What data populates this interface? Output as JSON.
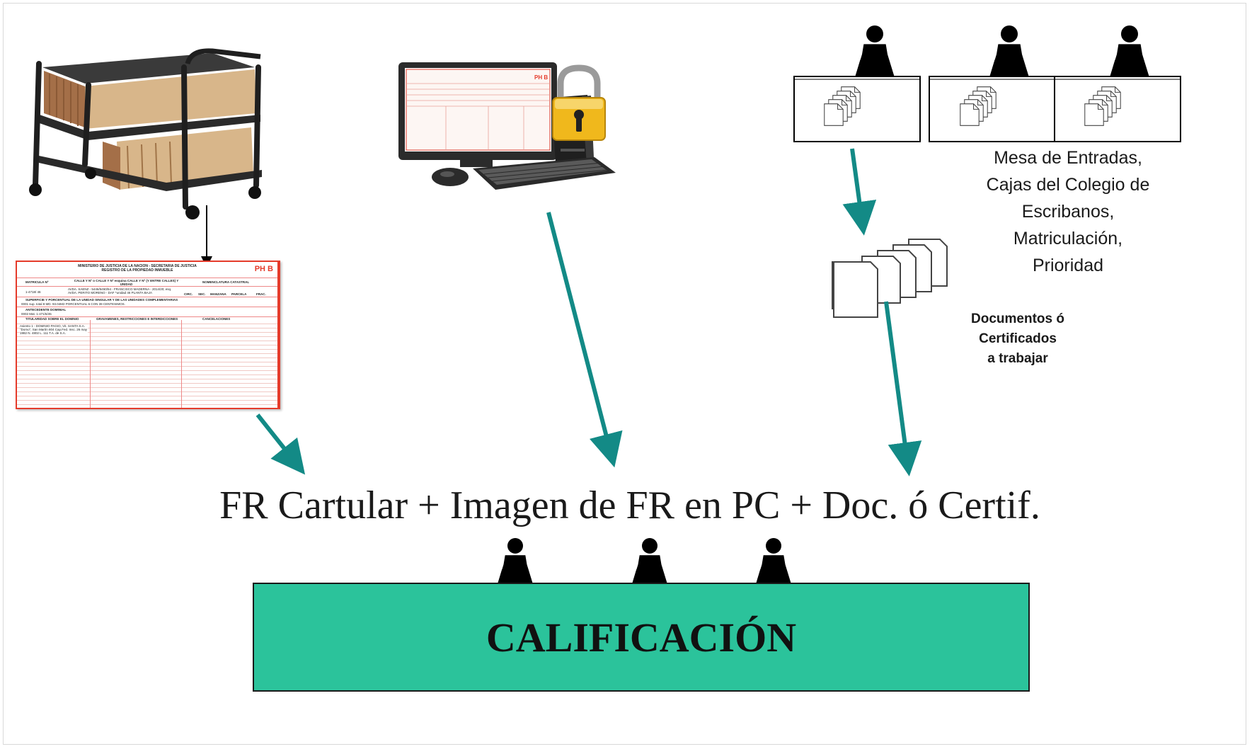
{
  "colors": {
    "arrow": "#138a86",
    "calificacion_box": "#2bc39b",
    "form_accent": "#e53b2b",
    "lock_gold": "#f0b81c"
  },
  "icons": {
    "cart": "file-cart-icon",
    "computer": "computer-icon",
    "lock": "padlock-icon",
    "person": "person-icon",
    "documents": "document-stack-icon"
  },
  "form": {
    "ministry_line1": "MINISTERIO DE JUSTICIA DE LA NACION - SECRETARIA DE JUSTICIA",
    "ministry_line2": "REGISTRO DE LA PROPIEDAD INMUEBLE",
    "type": "PH B",
    "matricula_label": "MATRICULA Nº",
    "matricula_value": "1-4718/ 46",
    "calle_label": "CALLE Y Nº o CALLE Y Nº esquina CALLE Y Nº (Y ENTRE CALLES) Y UNIDAD",
    "calle_value": "AVDA. SAENZ - 5446/5450/54 - FRANCISCO MADERNA - 2014/20; esq. AVDA. PERITO MORENO - DAF *unidad 46 PLANTA BAJA",
    "nomenclatura_label": "NOMENCLATURA CATASTRAL",
    "nomenclatura_cols": [
      "CIRC.",
      "SEC.",
      "MANZANA",
      "PARCELA",
      "FRAC."
    ],
    "superficie_label": "SUPERFICIE Y PORCENTUAL DE LA UNIDAD SINGULAR Y DE LAS UNIDADES COMPLEMENTARIAS",
    "superficie_value": "0001 sup. total 8 MD. 93.04M2 PORCENTUAL 6 CON 39 CENTESIMOS.",
    "antecedente_label": "ANTECEDENTE DOMINIAL",
    "antecedente_value": "0002 Mat. 1-471/6/45",
    "titularidad_label": "TITULARIDAD SOBRE EL DOMINIO",
    "titularidad_value": "Asiento 1 - DOMINIO PAGIO, Vit. SANTA S.A. \"Domo\", San Martín 804 Cap.Fed. Insc. 26 may 1982 N. 4802 L. 111 T.A. de S.A.",
    "gravamenes_label": "GRAVAMENES, RESTRICCIONES E INTERDICCIONES",
    "cancelaciones_label": "CANCELACIONES"
  },
  "desk_caption": [
    "Mesa de Entradas,",
    "Cajas del Colegio de",
    "Escribanos,",
    "Matriculación,",
    "Prioridad"
  ],
  "docs_caption": [
    "Documentos ó Certificados",
    "a trabajar"
  ],
  "formula": "FR Cartular + Imagen de FR en PC + Doc. ó Certif.",
  "calificacion": "CALIFICACIÓN"
}
